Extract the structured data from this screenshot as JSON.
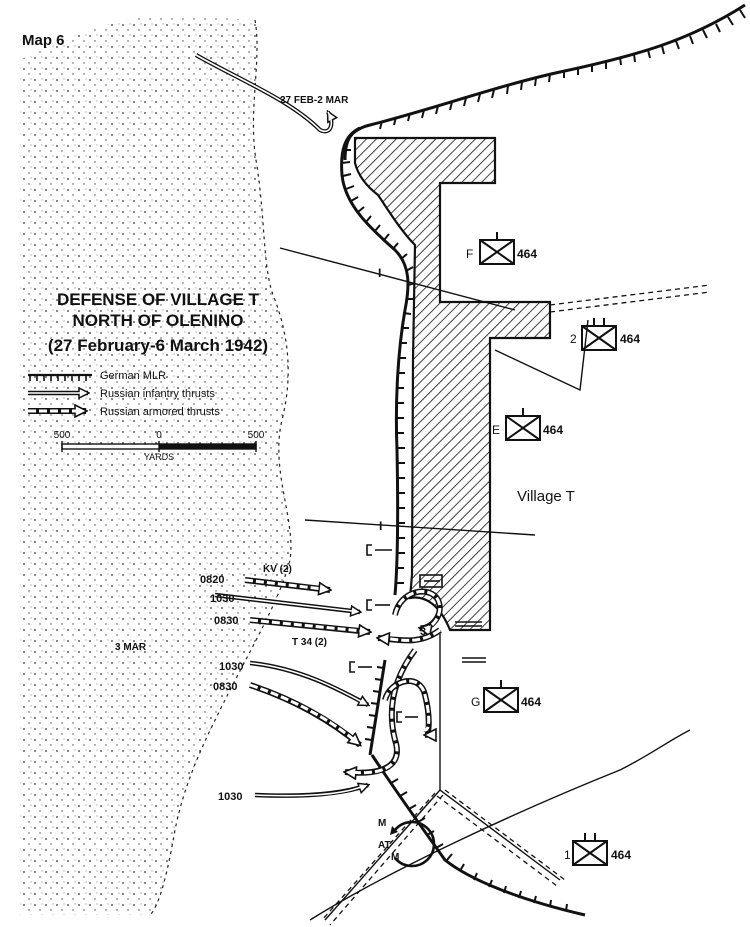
{
  "map_label": "Map 6",
  "title": {
    "line1": "DEFENSE OF VILLAGE T",
    "line2": "NORTH OF OLENINO",
    "line3": "(27 February-6 March 1942)"
  },
  "legend": {
    "german_mlr": "German MLR",
    "infantry": "Russian infantry thrusts",
    "armored": "Russian armored thrusts"
  },
  "scale": {
    "left": "500",
    "mid": "0",
    "right": "500",
    "unit": "YARDS"
  },
  "date_labels": {
    "feb_mar": "27 FEB-2 MAR",
    "mar3": "3 MAR"
  },
  "village_label": "Village T",
  "units": {
    "f": {
      "letter": "F",
      "number": "464"
    },
    "bn2": {
      "letter": "2",
      "number": "464"
    },
    "e": {
      "letter": "E",
      "number": "464"
    },
    "g": {
      "letter": "G",
      "number": "464"
    },
    "bn1": {
      "letter": "1",
      "number": "464"
    }
  },
  "times": {
    "t0820": "0820",
    "t1030a": "1030",
    "t0830a": "0830",
    "t1030b": "1030",
    "t0830b": "0830",
    "t1030c": "1030"
  },
  "tanks": {
    "kv": "KV (2)",
    "t34": "T 34 (2)"
  },
  "misc": {
    "three": "3",
    "at": "AT",
    "m_top": "M",
    "m_bottom": "M",
    "roman1a": "I",
    "roman1b": "I"
  },
  "colors": {
    "ink": "#111111",
    "paper": "#ffffff"
  }
}
